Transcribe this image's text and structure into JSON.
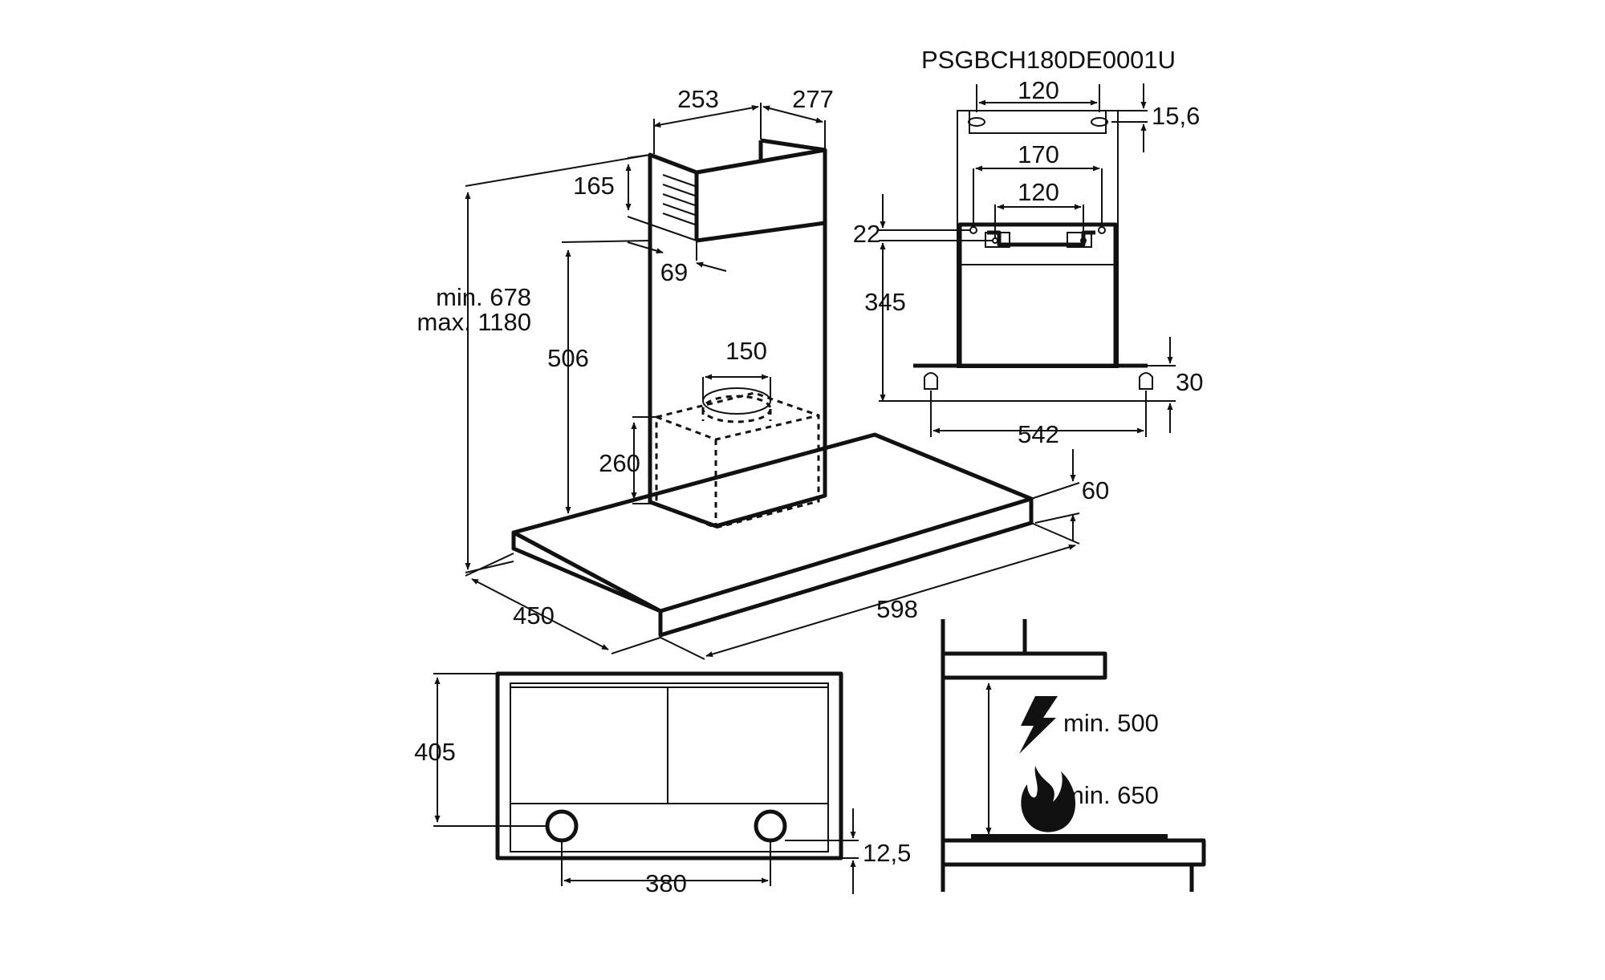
{
  "model_code": "PSGBCH180DE0001U",
  "chimney": {
    "width": "253",
    "depth": "277",
    "vent_height": "165",
    "offset": "69",
    "height_min": "min. 678",
    "height_max": "max. 1180",
    "lower_height": "506",
    "duct_diameter": "150",
    "box_height": "260"
  },
  "canopy": {
    "depth": "450",
    "width": "598",
    "thickness": "60"
  },
  "bracket": {
    "top_hole_spacing": "120",
    "top_offset": "15,6",
    "outer_spacing": "170",
    "inner_spacing": "120",
    "bracket_height": "22",
    "mount_height": "345",
    "lower_offset": "30",
    "lower_spacing": "542"
  },
  "plan": {
    "depth": "405",
    "hole_spacing": "380",
    "hole_offset": "12,5"
  },
  "clearance": {
    "electric": "min. 500",
    "gas": "min. 650",
    "electric_icon": "lightning-icon",
    "gas_icon": "flame-icon"
  }
}
